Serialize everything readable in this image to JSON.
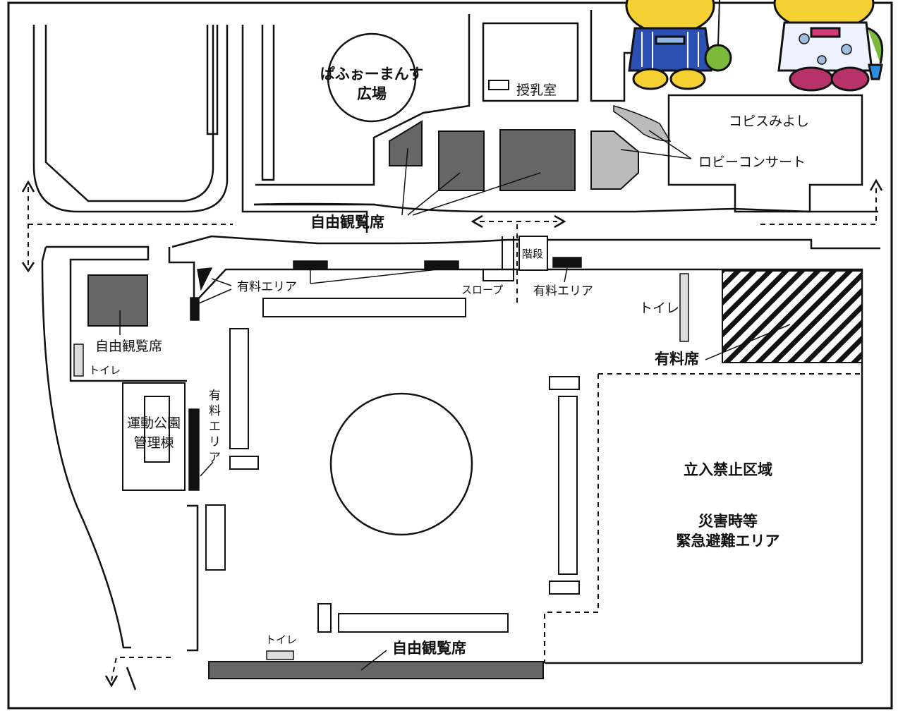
{
  "labels": {
    "plaza_line1": "ぱふぉーまんす",
    "plaza_line2": "広場",
    "nursing_room": "授乳室",
    "copis": "コピスみよし",
    "lobby_concert": "ロビーコンサート",
    "free_seats_top": "自由観覧席",
    "free_seats_left": "自由観覧席",
    "free_seats_bottom": "自由観覧席",
    "paid_area_top": "有料エリア",
    "paid_area_right": "有料エリア",
    "paid_area_vertical": [
      "有",
      "料",
      "エ",
      "リ",
      "ア"
    ],
    "slope": "スロープ",
    "stairs": "階段",
    "toilet_right": "トイレ",
    "toilet_left": "トイレ",
    "toilet_bottom": "トイレ",
    "paid_seats": "有料席",
    "admin_line1": "運動公園",
    "admin_line2": "管理棟",
    "restricted": "立入禁止区域",
    "evac_line1": "災害時等",
    "evac_line2": "緊急避難エリア"
  },
  "colors": {
    "free_seat_fill": "#666666",
    "lobby_fill": "#bbbbbb",
    "paid_area_fill": "#111111",
    "line": "#111111",
    "character_blue": "#2b4fb3",
    "character_yellow": "#f5d033",
    "character_pink": "#b8326a",
    "character_green": "#7cb93a"
  },
  "icons": {
    "arrows": "dashed-direction-arrow",
    "mascots": "mascot-characters"
  }
}
